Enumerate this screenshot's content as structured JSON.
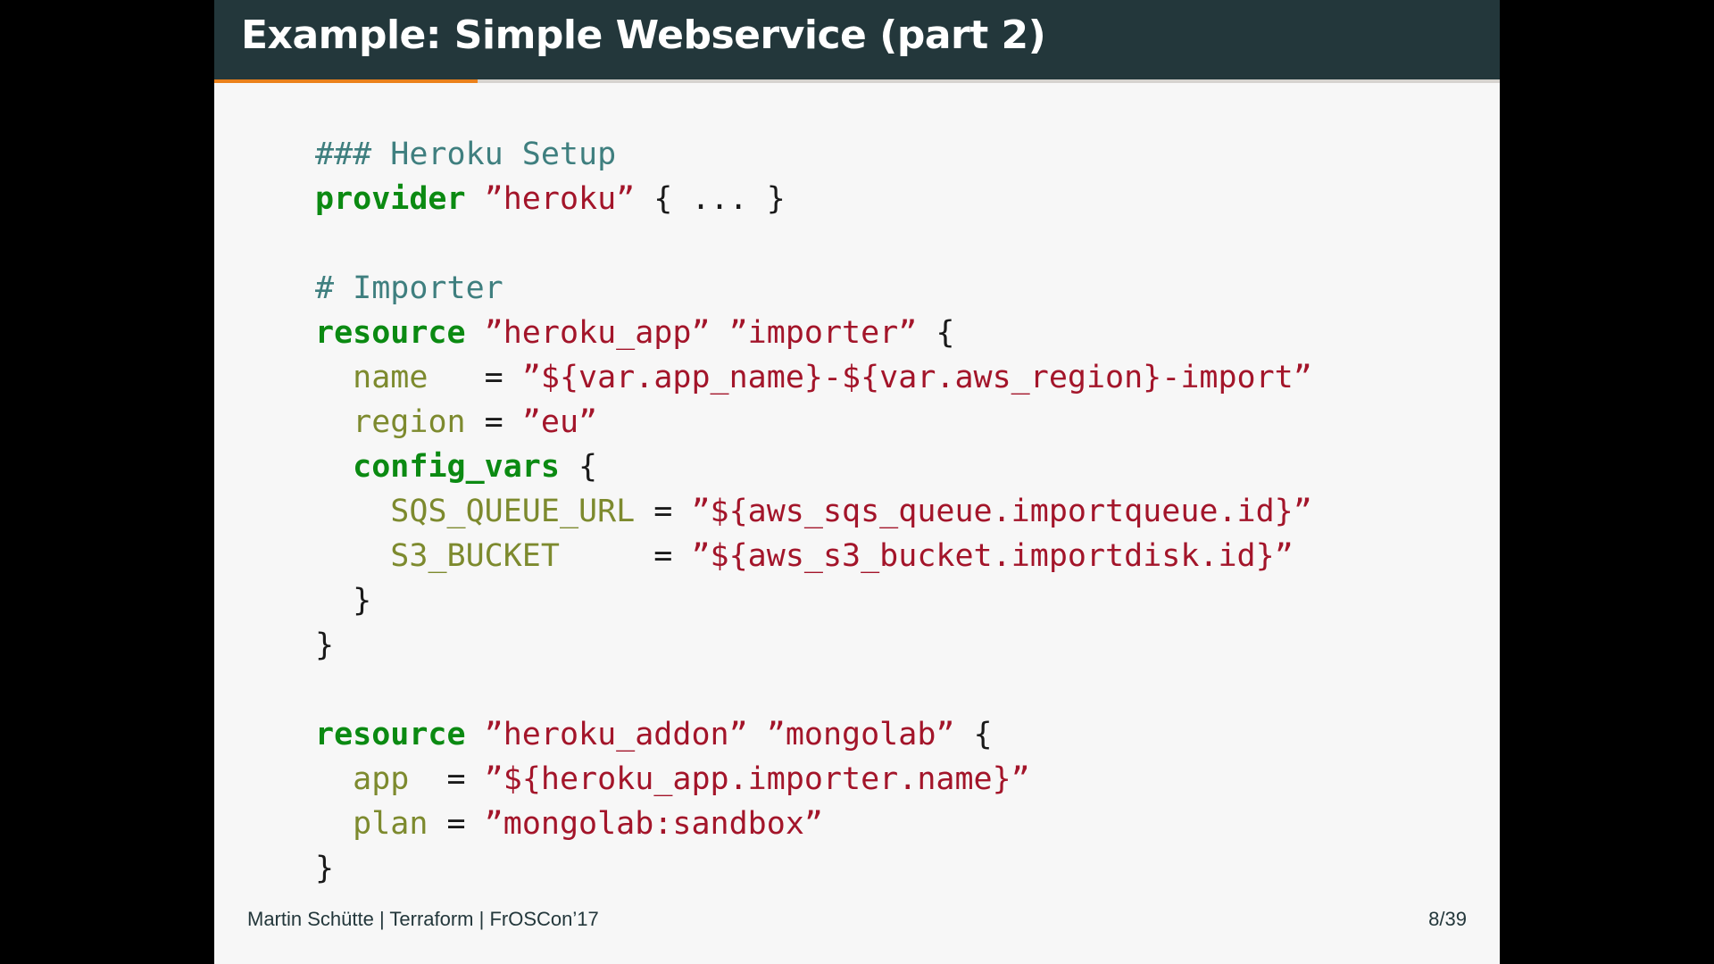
{
  "slide": {
    "title": "Example: Simple Webservice (part 2)",
    "progress": 0.2051,
    "footer": "Martin Schütte | Terraform | FrOSCon’17",
    "page_number": "8/39",
    "colors": {
      "title_bar": "#23373b",
      "progress_accent": "#eb811b",
      "background": "#f7f7f7",
      "comment": "#3f7f7f",
      "keyword": "#0b8a12",
      "string": "#a3152a",
      "attribute": "#7d8a2e"
    }
  },
  "code": [
    [
      {
        "t": "comment",
        "v": "### Heroku Setup"
      }
    ],
    [
      {
        "t": "keyword",
        "v": "provider"
      },
      {
        "t": "punct",
        "v": " "
      },
      {
        "t": "string",
        "v": "”heroku”"
      },
      {
        "t": "punct",
        "v": " { ... }"
      }
    ],
    [],
    [
      {
        "t": "comment",
        "v": "# Importer"
      }
    ],
    [
      {
        "t": "keyword",
        "v": "resource"
      },
      {
        "t": "punct",
        "v": " "
      },
      {
        "t": "string",
        "v": "”heroku_app”"
      },
      {
        "t": "punct",
        "v": " "
      },
      {
        "t": "string",
        "v": "”importer”"
      },
      {
        "t": "punct",
        "v": " {"
      }
    ],
    [
      {
        "t": "punct",
        "v": "  "
      },
      {
        "t": "attr",
        "v": "name"
      },
      {
        "t": "punct",
        "v": "   = "
      },
      {
        "t": "string",
        "v": "”${var.app_name}-${var.aws_region}-import”"
      }
    ],
    [
      {
        "t": "punct",
        "v": "  "
      },
      {
        "t": "attr",
        "v": "region"
      },
      {
        "t": "punct",
        "v": " = "
      },
      {
        "t": "string",
        "v": "”eu”"
      }
    ],
    [
      {
        "t": "punct",
        "v": "  "
      },
      {
        "t": "keyword",
        "v": "config_vars"
      },
      {
        "t": "punct",
        "v": " {"
      }
    ],
    [
      {
        "t": "punct",
        "v": "    "
      },
      {
        "t": "attr",
        "v": "SQS_QUEUE_URL"
      },
      {
        "t": "punct",
        "v": " = "
      },
      {
        "t": "string",
        "v": "”${aws_sqs_queue.importqueue.id}”"
      }
    ],
    [
      {
        "t": "punct",
        "v": "    "
      },
      {
        "t": "attr",
        "v": "S3_BUCKET"
      },
      {
        "t": "punct",
        "v": "     = "
      },
      {
        "t": "string",
        "v": "”${aws_s3_bucket.importdisk.id}”"
      }
    ],
    [
      {
        "t": "punct",
        "v": "  }"
      }
    ],
    [
      {
        "t": "punct",
        "v": "}"
      }
    ],
    [],
    [
      {
        "t": "keyword",
        "v": "resource"
      },
      {
        "t": "punct",
        "v": " "
      },
      {
        "t": "string",
        "v": "”heroku_addon”"
      },
      {
        "t": "punct",
        "v": " "
      },
      {
        "t": "string",
        "v": "”mongolab”"
      },
      {
        "t": "punct",
        "v": " {"
      }
    ],
    [
      {
        "t": "punct",
        "v": "  "
      },
      {
        "t": "attr",
        "v": "app"
      },
      {
        "t": "punct",
        "v": "  = "
      },
      {
        "t": "string",
        "v": "”${heroku_app.importer.name}”"
      }
    ],
    [
      {
        "t": "punct",
        "v": "  "
      },
      {
        "t": "attr",
        "v": "plan"
      },
      {
        "t": "punct",
        "v": " = "
      },
      {
        "t": "string",
        "v": "”mongolab:sandbox”"
      }
    ],
    [
      {
        "t": "punct",
        "v": "}"
      }
    ]
  ]
}
